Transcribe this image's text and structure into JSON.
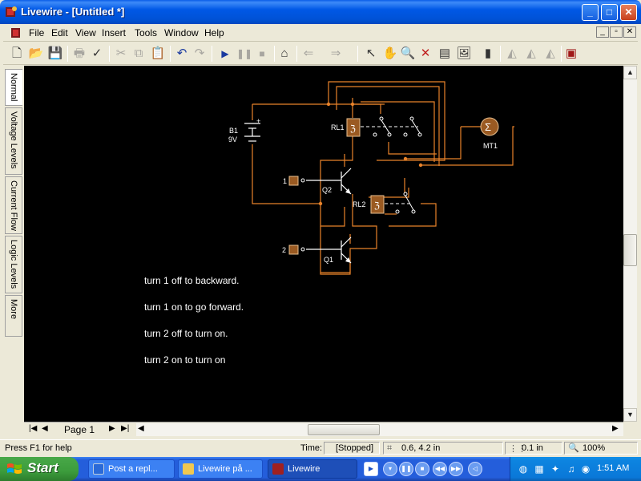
{
  "window": {
    "title": "Livewire - [Untitled *]"
  },
  "menu": {
    "items": [
      "File",
      "Edit",
      "View",
      "Insert",
      "Tools",
      "Window",
      "Help"
    ]
  },
  "toolbar": {
    "icons": [
      "new-icon",
      "open-icon",
      "save-icon",
      "print-icon",
      "spellcheck-icon",
      "cut-icon",
      "copy-icon",
      "paste-icon",
      "undo-icon",
      "redo-icon",
      "play-icon",
      "pause-icon",
      "stop-icon",
      "home-icon",
      "back-icon",
      "forward-icon",
      "select-icon",
      "hand-icon",
      "zoom-icon",
      "delete-icon",
      "text-icon",
      "picture-icon",
      "chart-icon",
      "align-left-icon",
      "align-center-icon",
      "align-right-icon",
      "components-icon"
    ]
  },
  "side_tabs": [
    "Normal",
    "Voltage Levels",
    "Current Flow",
    "Logic Levels",
    "More"
  ],
  "circuit": {
    "battery_label": "B1",
    "battery_voltage": "9V",
    "relay1": "RL1",
    "relay2": "RL2",
    "motor": "MT1",
    "transistor_top": "Q2",
    "transistor_bottom": "Q1",
    "input1": "1",
    "input2": "2",
    "plus": "+"
  },
  "notes": [
    "turn 1 off to backward.",
    "turn 1 on to go forward.",
    "turn 2 off to turn on.",
    "turn 2 on to turn on"
  ],
  "pagenav": {
    "page_label": "Page 1"
  },
  "status": {
    "help": "Press F1 for help",
    "time_label": "Time:",
    "time_value": "[Stopped]",
    "coords": "0.6, 4.2 in",
    "grid": "0.1 in",
    "zoom": "100%"
  },
  "taskbar": {
    "start": "Start",
    "tasks": [
      "Post a repl...",
      "Livewire på ...",
      "Livewire"
    ],
    "clock": "1:51 AM"
  },
  "colors": {
    "wire": "#e8822a",
    "relay": "#9a5a22",
    "canvas": "#000000",
    "titlebar": "#0058e6"
  }
}
